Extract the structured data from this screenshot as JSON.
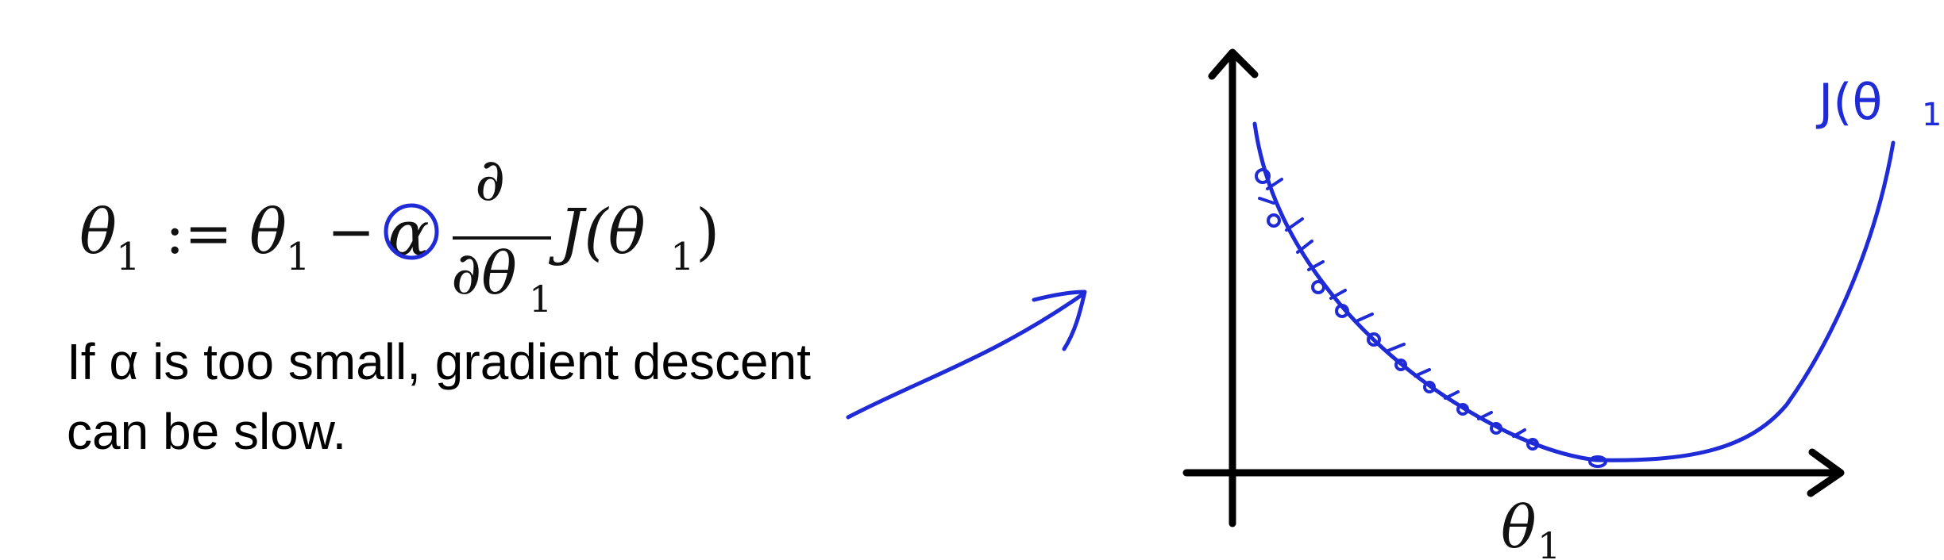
{
  "equation": {
    "lhs": "θ",
    "lhs_sub": "1",
    "assign": ":=",
    "rhs_theta": "θ",
    "rhs_theta_sub": "1",
    "minus": "−",
    "alpha": "α",
    "frac_num": "∂",
    "frac_den": "∂θ",
    "frac_den_sub": "1",
    "func": "J(θ",
    "func_sub": "1",
    "func_close": ")"
  },
  "caption": {
    "line1": "If α is too small, gradient descent",
    "line2": "can be slow."
  },
  "graph": {
    "x_axis_label": "θ",
    "x_axis_label_sub": "1",
    "curve_label": "J(θ",
    "curve_label_sub": "1"
  },
  "colors": {
    "ink": "#1f2bd6",
    "axis": "#000000",
    "text": "#111111"
  },
  "icons": {
    "arrow": "hand-drawn-arrow-icon"
  }
}
